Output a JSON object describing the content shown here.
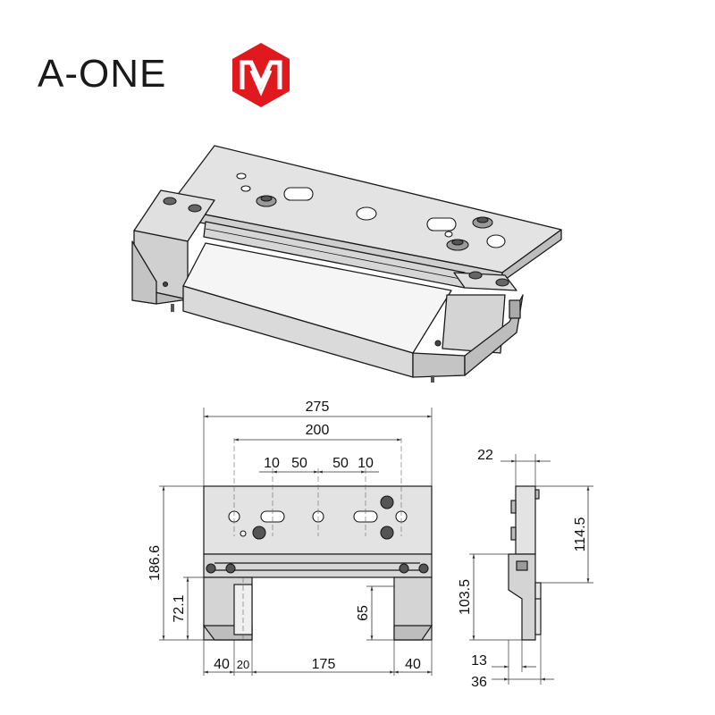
{
  "brand": {
    "name": "A-ONE",
    "logo_color": "#e0191f",
    "logo_icon": "a-one-m-logo-icon"
  },
  "dimensions": {
    "front": {
      "overall_width": "275",
      "hole_pitch": "200",
      "offset_left_a": "10",
      "offset_left_b": "50",
      "offset_right_a": "50",
      "offset_right_b": "10",
      "overall_height": "186.6",
      "jaw_height_left": "72.1",
      "jaw_height_right": "65",
      "bottom_left": "40",
      "bottom_left_small": "20",
      "bottom_middle": "175",
      "bottom_right": "40"
    },
    "side": {
      "top_width": "22",
      "upper_height": "114.5",
      "lower_height": "103.5",
      "bottom_small": "13",
      "bottom_total": "36"
    }
  },
  "colors": {
    "body": "#e3e3e3",
    "side_face": "#cfcfcf",
    "line": "#1a1a1a",
    "dim_line": "#333333"
  }
}
